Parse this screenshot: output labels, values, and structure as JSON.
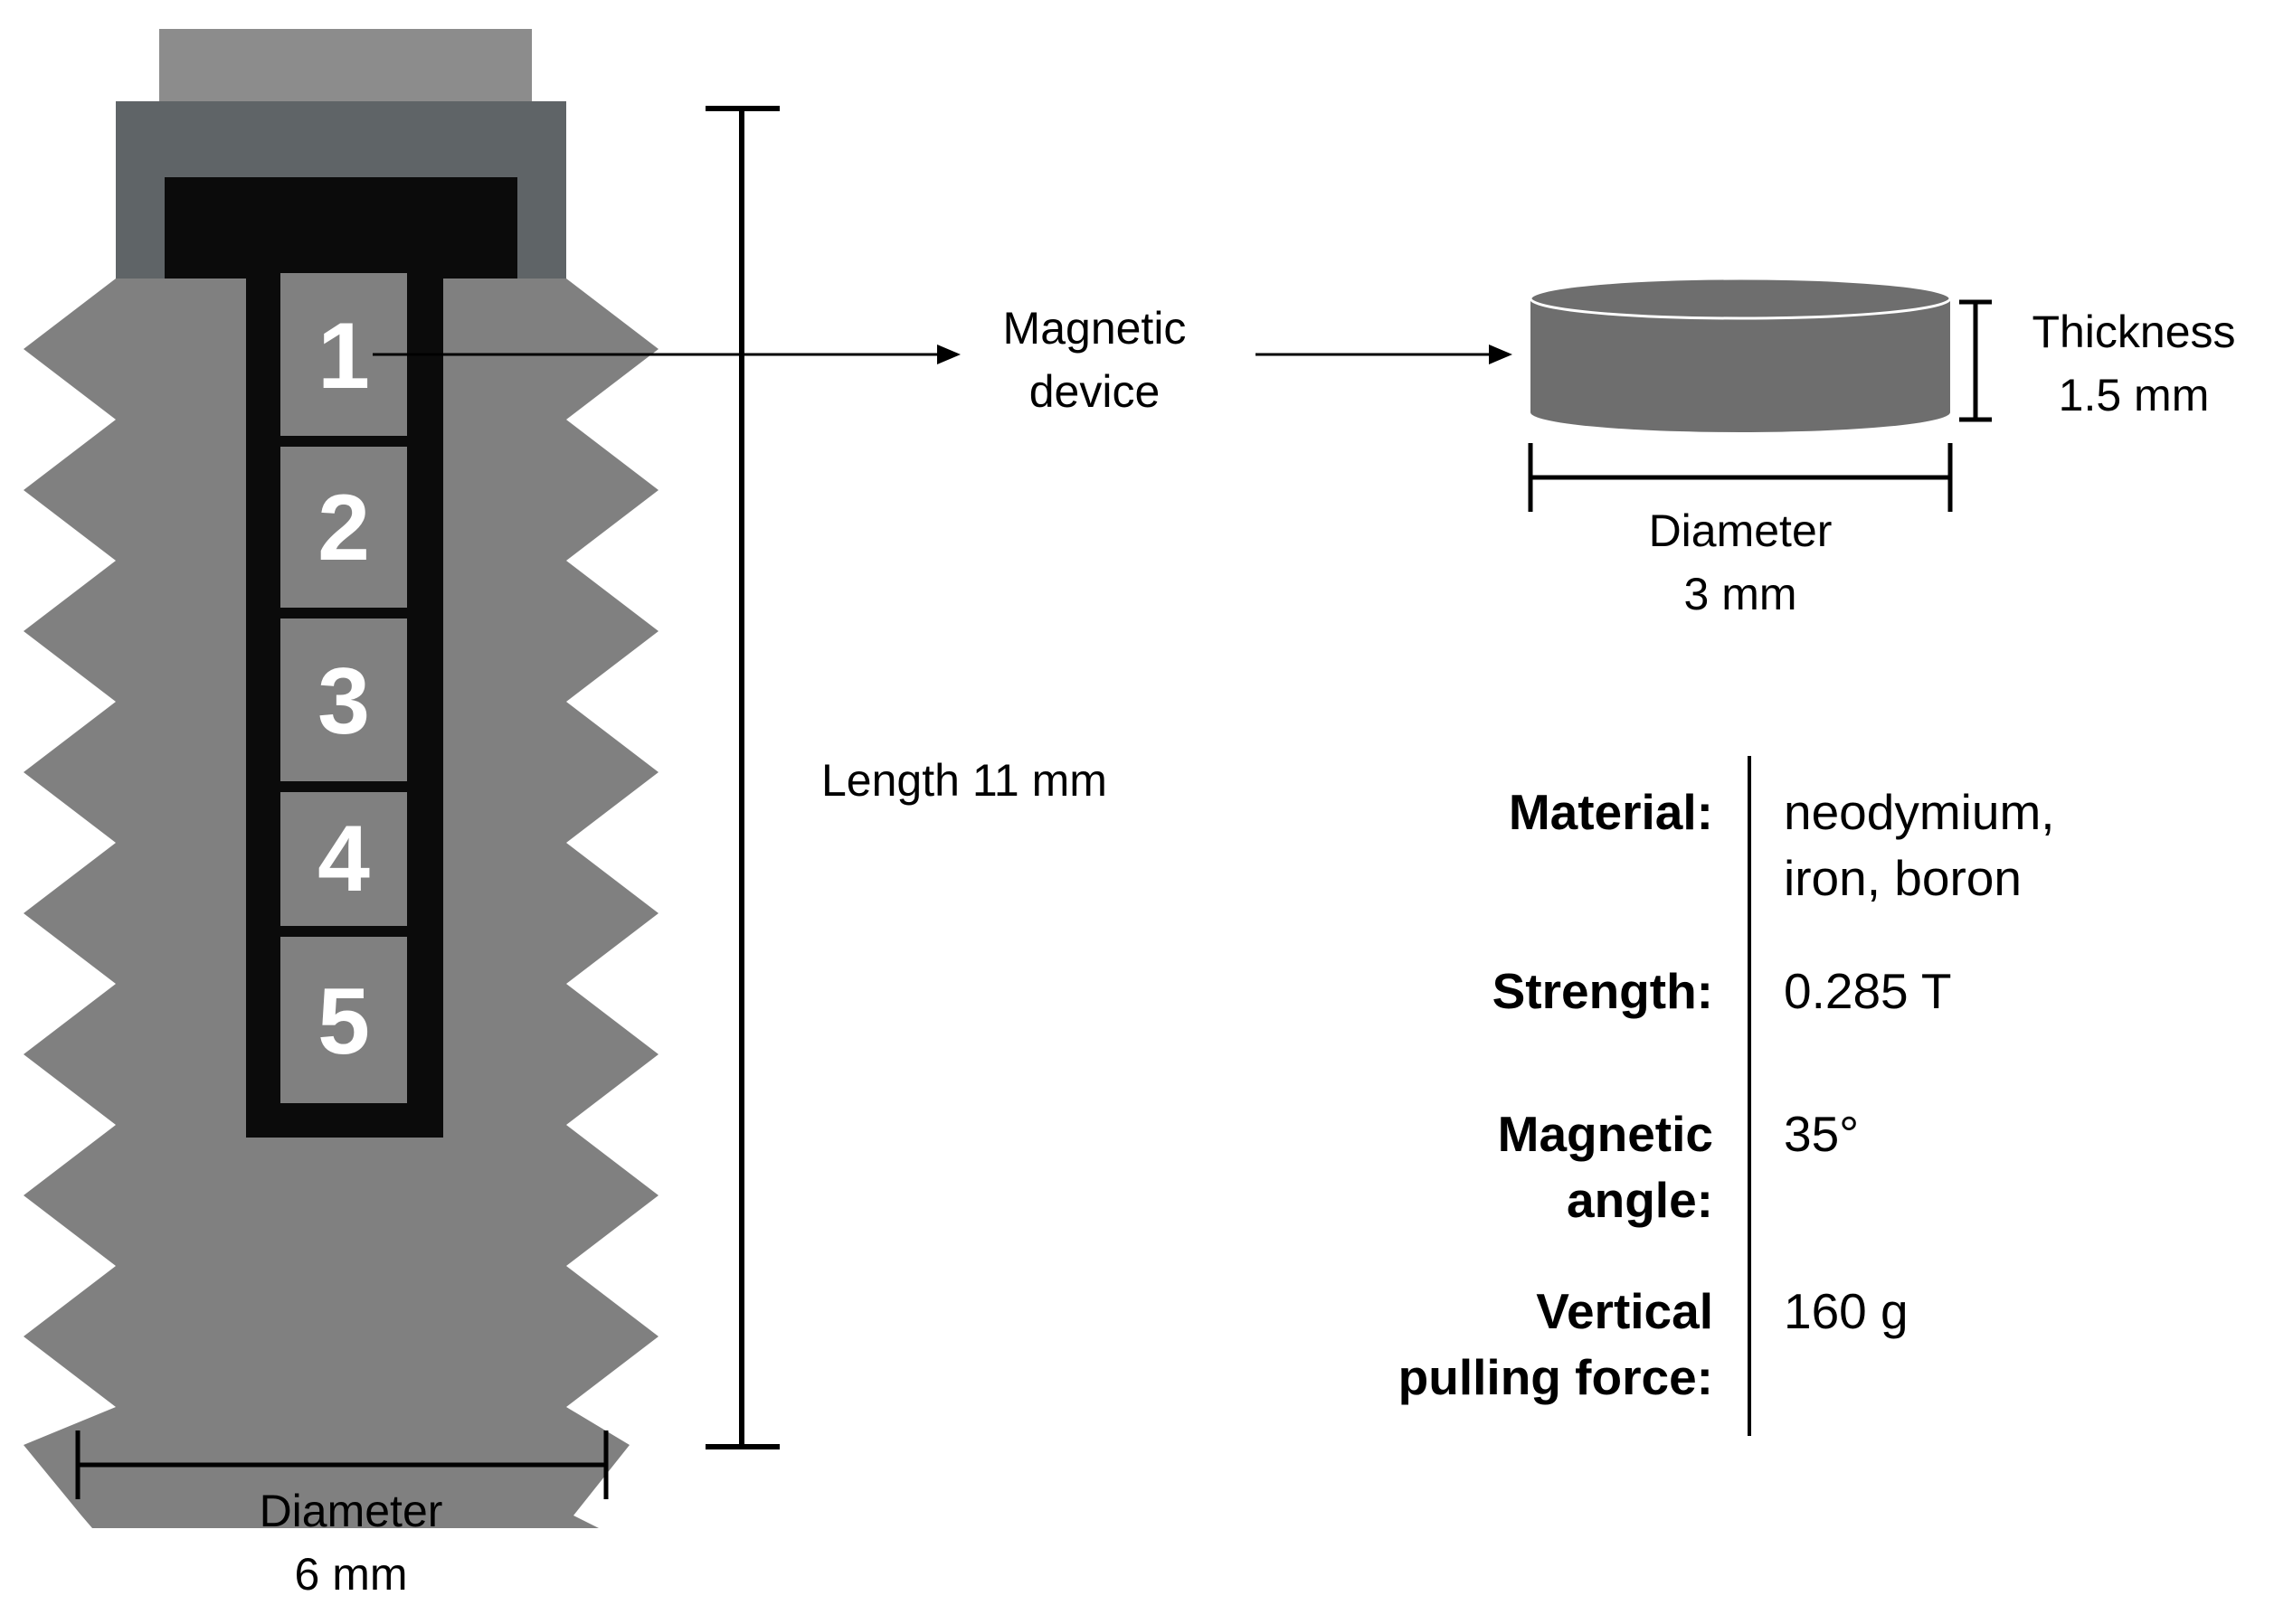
{
  "implant": {
    "segments": [
      "1",
      "2",
      "3",
      "4",
      "5"
    ],
    "diameter_label": "Diameter",
    "diameter_value": "6 mm",
    "length_label": "Length 11 mm"
  },
  "callout": {
    "line1": "Magnetic",
    "line2": "device"
  },
  "magnet": {
    "thickness_label": "Thickness",
    "thickness_value": "1.5 mm",
    "diameter_label": "Diameter",
    "diameter_value": "3 mm"
  },
  "properties": [
    {
      "name_lines": [
        "Material:"
      ],
      "value_lines": [
        "neodymium,",
        "iron, boron"
      ]
    },
    {
      "name_lines": [
        "Strength:"
      ],
      "value_lines": [
        "0.285 T"
      ]
    },
    {
      "name_lines": [
        "Magnetic",
        "angle:"
      ],
      "value_lines": [
        "35°"
      ]
    },
    {
      "name_lines": [
        "Vertical",
        "pulling force:"
      ],
      "value_lines": [
        "160 g"
      ]
    }
  ],
  "colors": {
    "implant_body": "#808080",
    "collar": "#5f6467",
    "cap": "#8c8c8c",
    "channel": "#0b0b0b",
    "segment": "#808080",
    "magnet": "#6e6e6e"
  }
}
